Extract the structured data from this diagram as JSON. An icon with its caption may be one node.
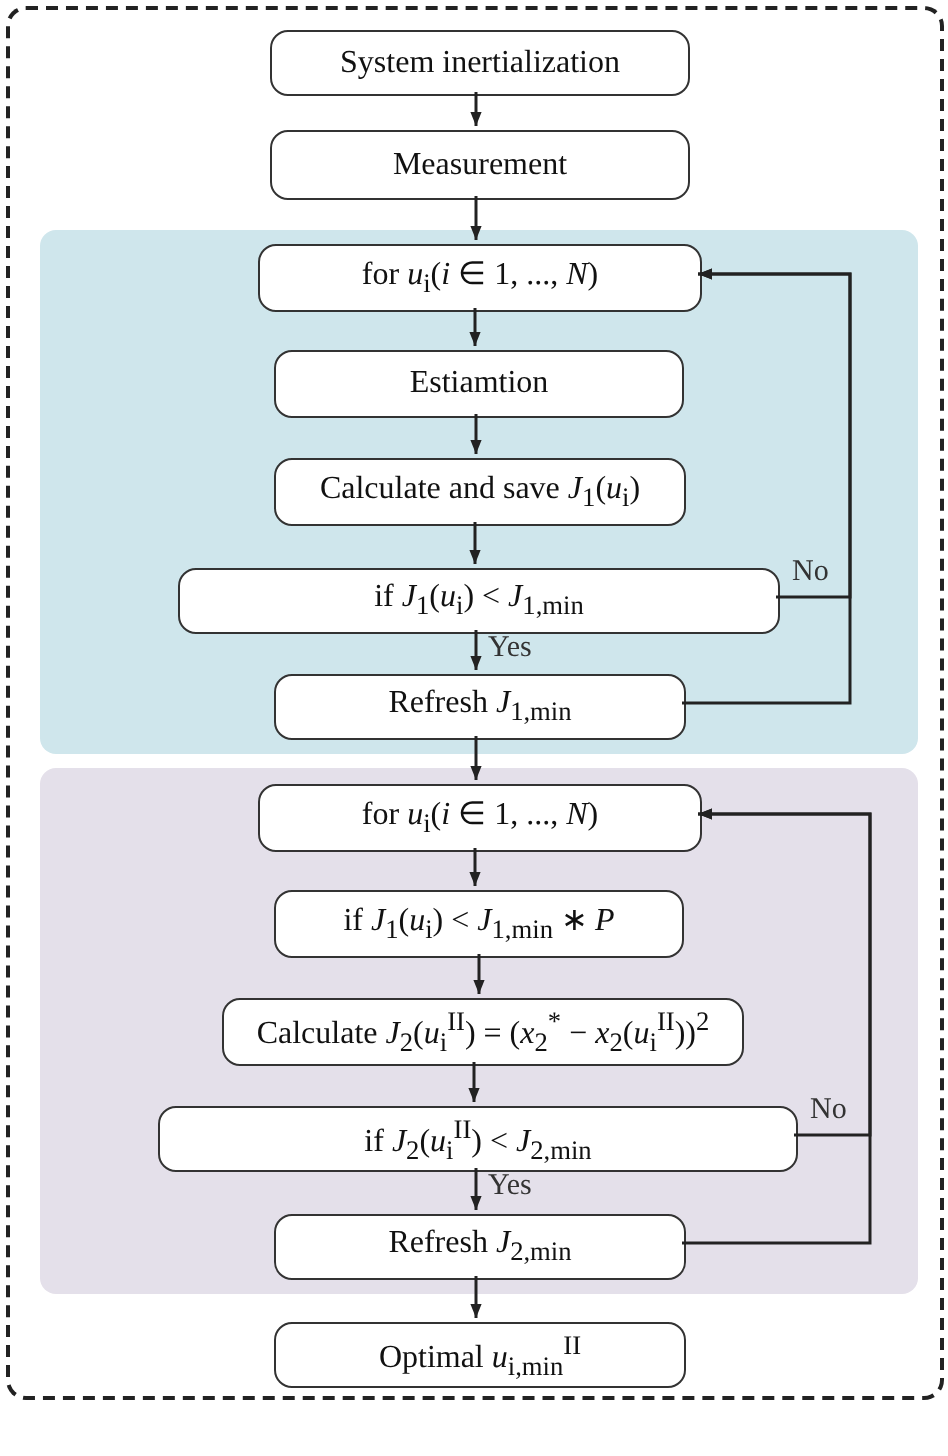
{
  "diagram": {
    "nodes": [
      {
        "text": [],
        "shape": "box"
      },
      {
        "text": [
          "System inertialization"
        ],
        "in": 0
      },
      {
        "text": [
          "Measurement"
        ],
        "in": 0
      },
      {
        "text": [],
        "shape": "box",
        "in": 0
      },
      {
        "text": [
          "for *u*$_{i}$(*i* ∈ 1, ..., *N*)"
        ],
        "in": 3
      },
      {
        "text": [
          "Estiamtion"
        ],
        "in": 3
      },
      {
        "text": [
          "Calculate and save *J*$_{1}$(*u*$_{i}$)"
        ],
        "in": 3
      },
      {
        "text": [
          "if *J*$_{1}$(*u*$_{i}$) < *J*$_{1,min}$"
        ],
        "in": 3
      },
      {
        "text": [
          "Refresh *J*$_{1,min}$"
        ],
        "in": 3
      },
      {
        "text": [],
        "shape": "box",
        "in": 0
      },
      {
        "text": [
          "for *u*$_{i}$(*i* ∈ 1, ..., *N*)"
        ],
        "in": 9
      },
      {
        "text": [
          "if *J*$_{1}$(*u*$_{i}$) < *J*$_{1,min}$ ∗ *P*"
        ],
        "in": 9
      },
      {
        "text": [
          "Calculate *J*$_{2}$(*u*$_{i}$$^{II}$) = (*x*$_{2}$$^{*}$ − *x*$_{2}$(*u*$_{i}$$^{II}$))$^{2}$"
        ],
        "in": 9
      },
      {
        "text": [
          "if *J*$_{2}$(*u*$_{i}$$^{II}$) < *J*$_{2,min}$"
        ],
        "in": 9
      },
      {
        "text": [
          "Refresh *J*$_{2,min}$"
        ],
        "in": 9
      },
      {
        "text": [
          "Optimal *u*$_{i,min}$$^{II}$"
        ],
        "in": 0
      }
    ],
    "edges": [
      {
        "from": 1,
        "to": 2,
        "arrow": "to"
      },
      {
        "from": 2,
        "to": 4,
        "arrow": "to"
      },
      {
        "from": 4,
        "to": 5,
        "arrow": "to"
      },
      {
        "from": 5,
        "to": 6,
        "arrow": "to"
      },
      {
        "from": 6,
        "to": 7,
        "arrow": "to"
      },
      {
        "from": 7,
        "to": 8,
        "arrow": "to",
        "label": "Yes"
      },
      {
        "from": 7,
        "to": 4,
        "arrow": "to",
        "label": "No"
      },
      {
        "from": 8,
        "to": 4,
        "arrow": "to"
      },
      {
        "from": 8,
        "to": 10,
        "arrow": "to"
      },
      {
        "from": 10,
        "to": 11,
        "arrow": "to"
      },
      {
        "from": 11,
        "to": 12,
        "arrow": "to"
      },
      {
        "from": 12,
        "to": 13,
        "arrow": "to"
      },
      {
        "from": 13,
        "to": 14,
        "arrow": "to",
        "label": "Yes"
      },
      {
        "from": 13,
        "to": 10,
        "arrow": "to",
        "label": "No"
      },
      {
        "from": 14,
        "to": 10,
        "arrow": "to"
      },
      {
        "from": 14,
        "to": 15,
        "arrow": "to"
      }
    ]
  }
}
